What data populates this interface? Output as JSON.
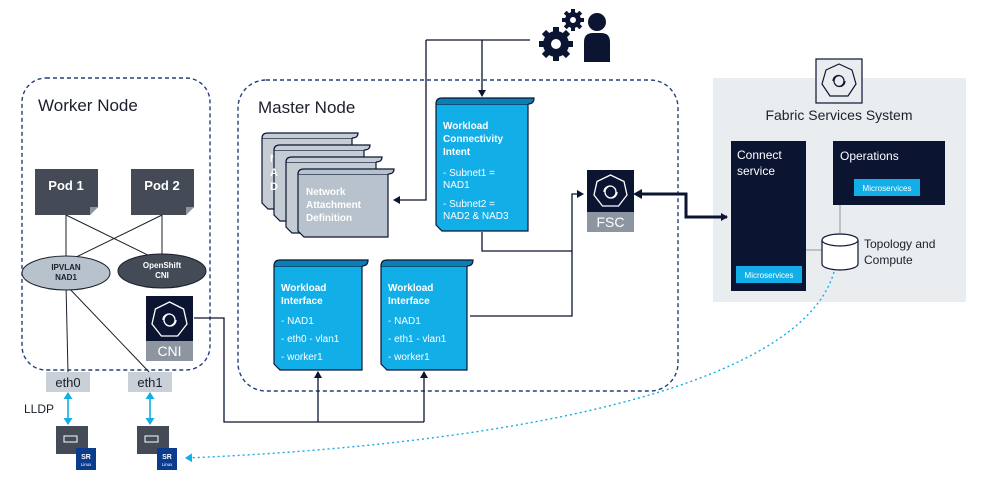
{
  "colors": {
    "navy": "#0b1532",
    "accent": "#12aee8",
    "accent_dark": "#0a7fb4",
    "grey_panel": "#e9edf0",
    "grey_shape": "#b8c2cc",
    "dark_grey": "#454a57",
    "label_grey": "#8d96a0"
  },
  "worker_node": {
    "title": "Worker Node",
    "pods": [
      "Pod 1",
      "Pod 2"
    ],
    "ipvlan": [
      "IPVLAN",
      "NAD1"
    ],
    "openshift": [
      "OpenShift",
      "CNI"
    ],
    "cni_label": "CNI",
    "interfaces": [
      "eth0",
      "eth1"
    ],
    "lldp": "LLDP",
    "switch_label": [
      "SR",
      "Linux"
    ]
  },
  "master_node": {
    "title": "Master Node",
    "nad_title": [
      "Network",
      "Attachment",
      "Definition"
    ],
    "nad_back_letters": [
      "N",
      "A",
      "D"
    ],
    "intent": {
      "title": [
        "Workload",
        "Connectivity",
        "Intent"
      ],
      "lines": [
        "- Subnet1 =",
        "NAD1",
        "- Subnet2 =",
        "NAD2 & NAD3"
      ]
    },
    "interface1": {
      "title": [
        "Workload",
        "Interface"
      ],
      "lines": [
        "- NAD1",
        "- eth0 - vlan1",
        "- worker1"
      ]
    },
    "interface2": {
      "title": [
        "Workload",
        "Interface"
      ],
      "lines": [
        "- NAD1",
        "- eth1 - vlan1",
        "- worker1"
      ]
    },
    "fsc_label": "FSC"
  },
  "fabric": {
    "title": "Fabric Services System",
    "connect": [
      "Connect",
      "service"
    ],
    "operations": "Operations",
    "microservices": "Microservices",
    "topology": [
      "Topology and",
      "Compute"
    ]
  }
}
